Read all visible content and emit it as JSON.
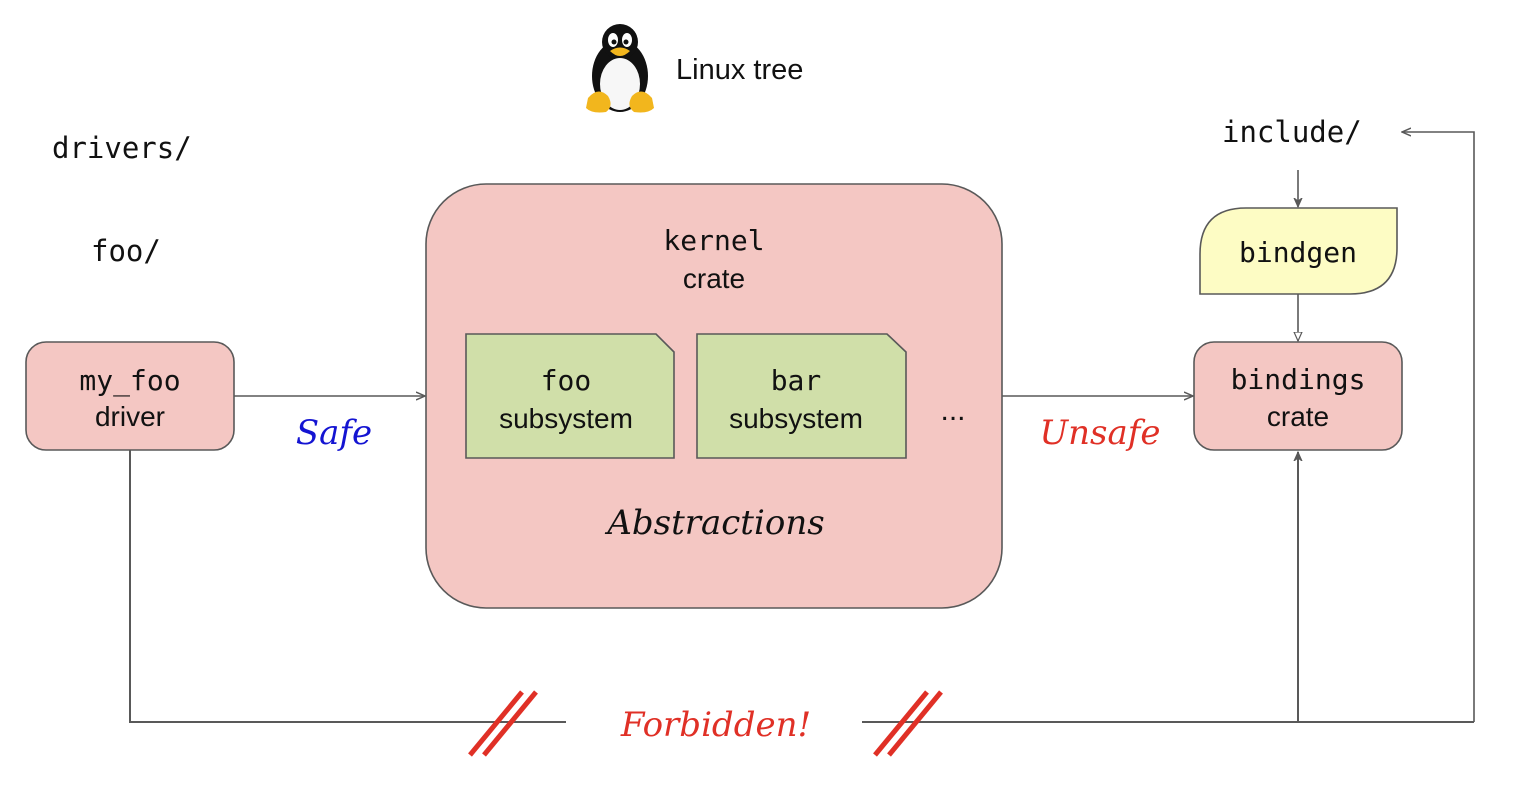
{
  "title": {
    "label": "Linux tree",
    "icon": "tux-penguin-icon"
  },
  "folders": {
    "drivers": "drivers/",
    "foo": "foo/",
    "include": "include/"
  },
  "nodes": {
    "driver": {
      "line1": "my_foo",
      "line2": "driver"
    },
    "kernel": {
      "line1": "kernel",
      "line2": "crate",
      "footer": "Abstractions"
    },
    "subsystems": [
      {
        "line1": "foo",
        "line2": "subsystem"
      },
      {
        "line1": "bar",
        "line2": "subsystem"
      }
    ],
    "ellipsis": "...",
    "bindgen": {
      "label": "bindgen"
    },
    "bindings": {
      "line1": "bindings",
      "line2": "crate"
    }
  },
  "edges": {
    "safe": "Safe",
    "unsafe": "Unsafe",
    "forbidden": "Forbidden!"
  },
  "colors": {
    "crate_fill": "#f4c7c3",
    "subsystem_fill": "#d0dfa9",
    "bindgen_fill": "#fdfcc4",
    "stroke": "#595959",
    "safe": "#1414d2",
    "unsafe": "#e03026",
    "forbidden": "#e03026",
    "break_marks": "#e03026"
  }
}
